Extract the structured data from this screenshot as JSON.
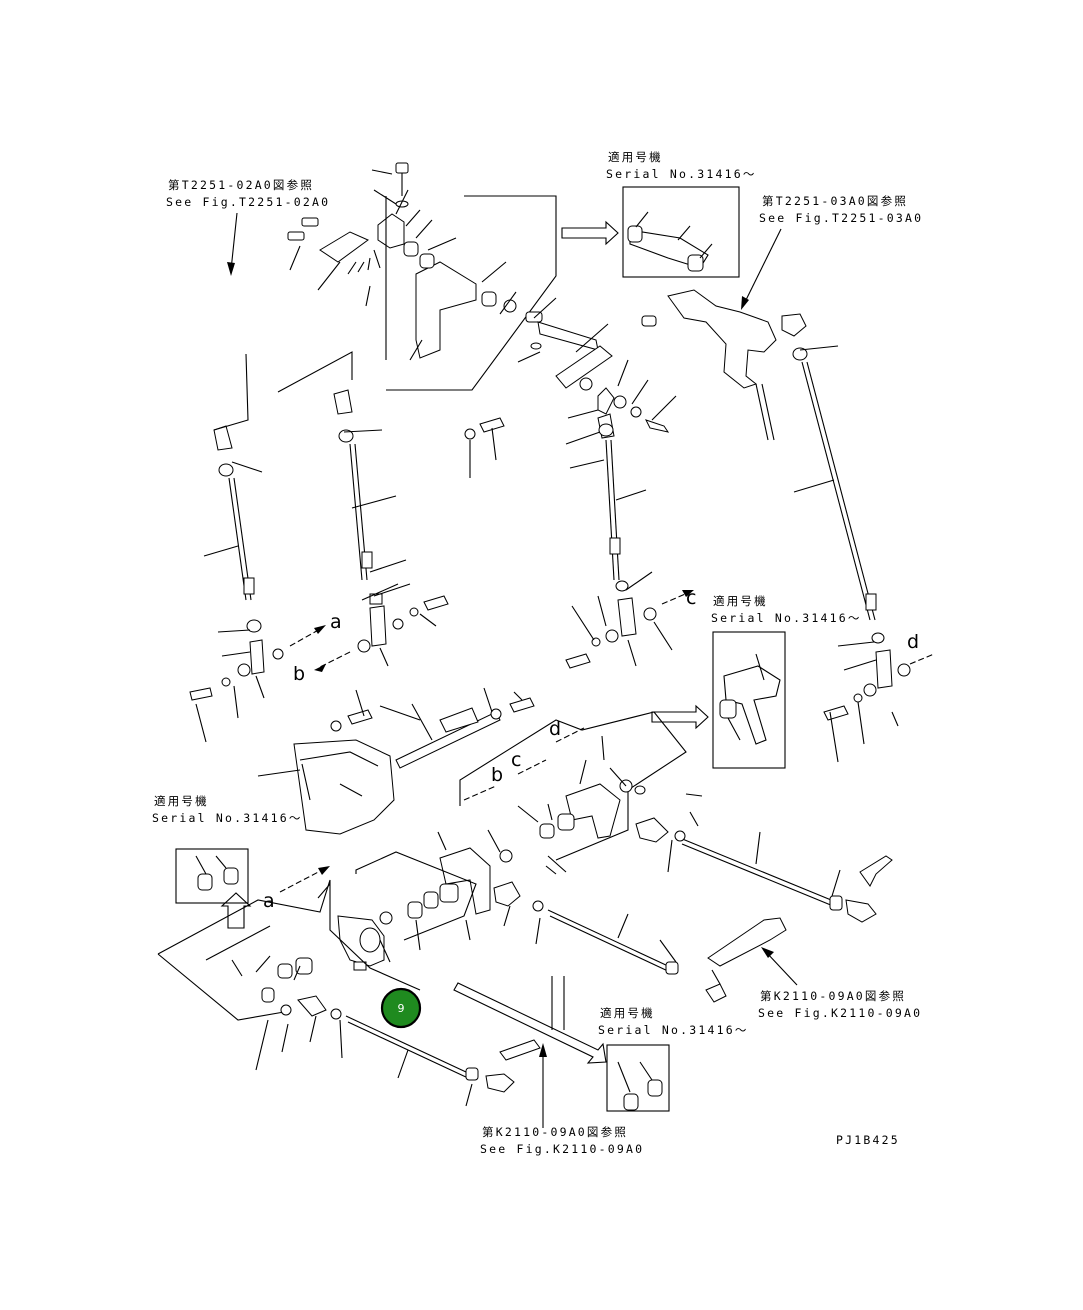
{
  "refs": {
    "t2251_02": {
      "jp": "第T2251-02A0図参照",
      "en": "See Fig.T2251-02A0"
    },
    "t2251_03": {
      "jp": "第T2251-03A0図参照",
      "en": "See Fig.T2251-03A0"
    },
    "k2110_right": {
      "jp": "第K2110-09A0図参照",
      "en": "See Fig.K2110-09A0"
    },
    "k2110_bottom": {
      "jp": "第K2110-09A0図参照",
      "en": "See Fig.K2110-09A0"
    }
  },
  "serial_notes": {
    "top": {
      "jp": "適用号機",
      "en": "Serial No.31416～"
    },
    "right": {
      "jp": "適用号機",
      "en": "Serial No.31416～"
    },
    "left": {
      "jp": "適用号機",
      "en": "Serial No.31416～"
    },
    "bottom": {
      "jp": "適用号機",
      "en": "Serial No.31416～"
    }
  },
  "letters": {
    "a1": "a",
    "b1": "b",
    "c1": "c",
    "d1": "d",
    "a2": "a",
    "b2": "b",
    "c2": "c",
    "d2": "d"
  },
  "callout": {
    "number": "9",
    "color": "#1f8a1f"
  },
  "figure_code": "PJ1B425"
}
